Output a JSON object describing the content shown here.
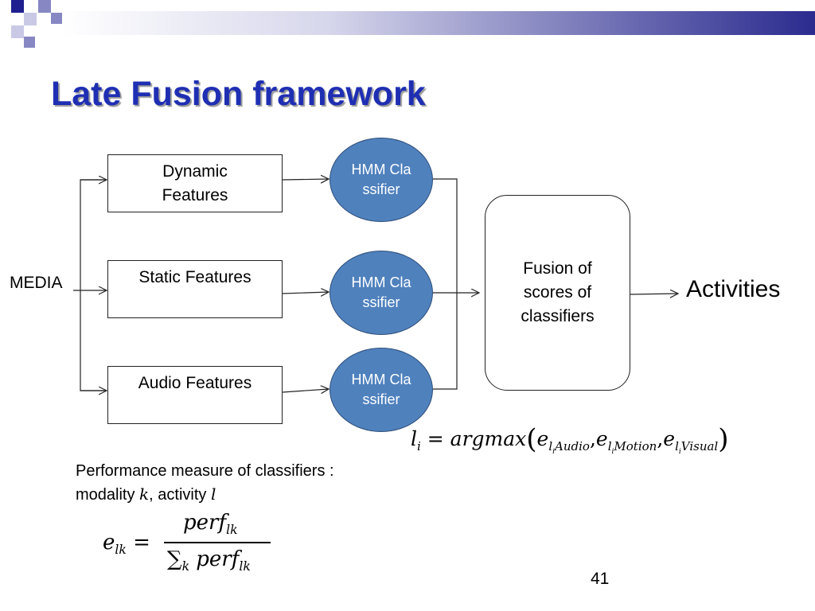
{
  "title": "Late Fusion framework",
  "input_label": "MEDIA",
  "features": [
    {
      "label": "Dynamic Features"
    },
    {
      "label": "Static Features"
    },
    {
      "label": "Audio Features"
    }
  ],
  "classifiers": [
    {
      "label": "HMM Classifier"
    },
    {
      "label": "HMM Classifier"
    },
    {
      "label": "HMM Classifier"
    }
  ],
  "fusion_label": "Fusion of scores of classifiers",
  "output_label": "Activities",
  "formula_argmax": {
    "lhs": "l",
    "lhs_sub": "i",
    "op": "argmax",
    "terms": [
      {
        "base": "e",
        "sub": "l",
        "subsub": "i",
        "suffix": "Audio"
      },
      {
        "base": "e",
        "sub": "l",
        "subsub": "i",
        "suffix": "Motion"
      },
      {
        "base": "e",
        "sub": "l",
        "subsub": "i",
        "suffix": "Visual"
      }
    ]
  },
  "performance_text": {
    "line1": "Performance measure of classifiers :",
    "line2_prefix": "modality ",
    "modality_var": "k",
    "line2_mid": ", activity ",
    "activity_var": "l"
  },
  "formula_elk": {
    "lhs_base": "e",
    "lhs_sub": "lk",
    "num_base": "perf",
    "num_sub": "lk",
    "den_sum_sub": "k",
    "den_base": "perf",
    "den_sub": "lk"
  },
  "page_number": "41",
  "colors": {
    "title": "#1f2fb3",
    "classifier_fill": "#4f81bd",
    "classifier_text": "#ffffff"
  }
}
